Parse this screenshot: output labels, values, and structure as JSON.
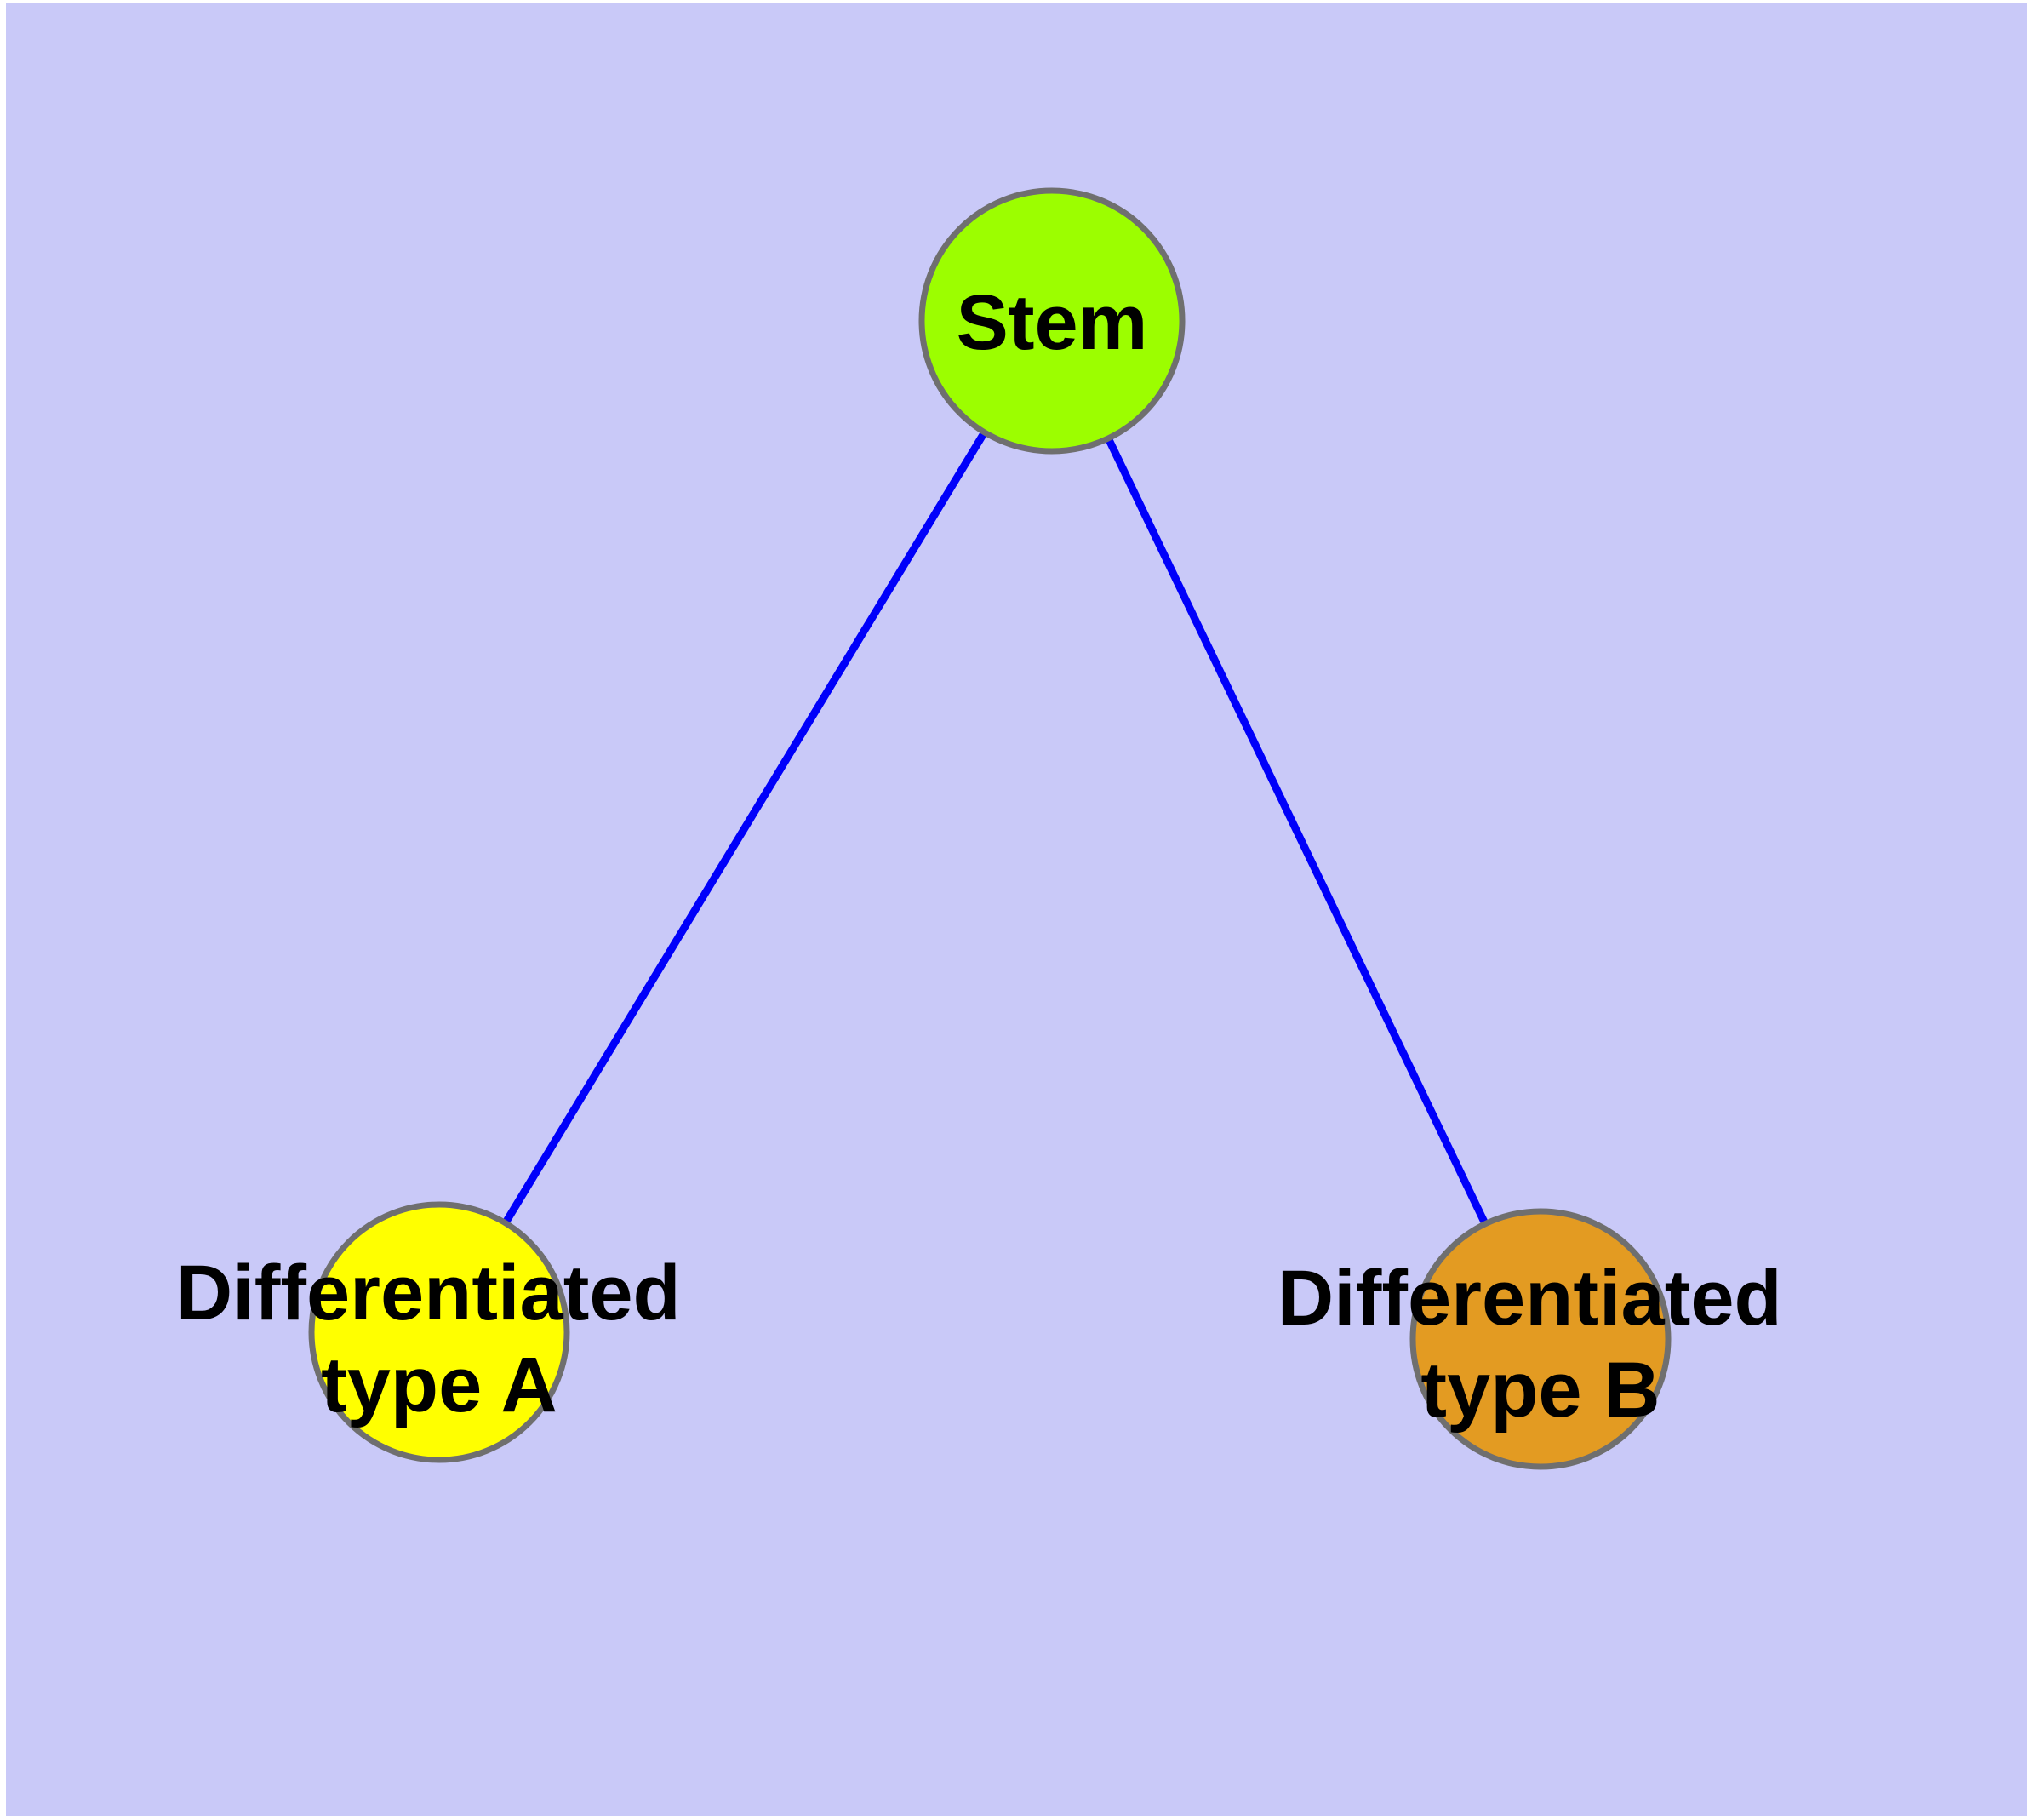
{
  "diagram": {
    "type": "network-graph",
    "background_color": "#c9c9f8",
    "frame_color": "#ffffff",
    "text_color": "#000000",
    "node_border_color": "#6f6f6f",
    "edge_color": "#0000fa",
    "nodes": [
      {
        "id": "stem",
        "label": "Stem",
        "label_line1": "Stem",
        "label_line2": "",
        "fill": "#9cfe00"
      },
      {
        "id": "type-a",
        "label": "Differentiated type A",
        "label_line1": "Differentiated",
        "label_line2": "type A",
        "fill": "#ffff00"
      },
      {
        "id": "type-b",
        "label": "Differentiated type B",
        "label_line1": "Differentiated",
        "label_line2": "type B",
        "fill": "#e39b22"
      }
    ],
    "edges": [
      {
        "from": "stem",
        "to": "type-a"
      },
      {
        "from": "stem",
        "to": "type-b"
      }
    ]
  }
}
